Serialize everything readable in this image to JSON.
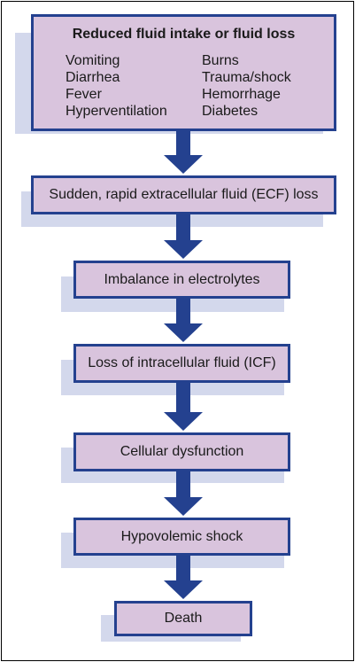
{
  "colors": {
    "box_fill": "#d9c4dd",
    "box_border": "#24418f",
    "shadow": "#d3d8ec",
    "arrow": "#24418f"
  },
  "causes": {
    "title": "Reduced fluid intake or fluid loss",
    "left_items": [
      "Vomiting",
      "Diarrhea",
      "Fever",
      "Hyperventilation"
    ],
    "right_items": [
      "Burns",
      "Trauma/shock",
      "Hemorrhage",
      "Diabetes"
    ]
  },
  "steps": [
    "Sudden, rapid extracellular fluid (ECF) loss",
    "Imbalance in electrolytes",
    "Loss of intracellular fluid (ICF)",
    "Cellular dysfunction",
    "Hypovolemic shock",
    "Death"
  ]
}
